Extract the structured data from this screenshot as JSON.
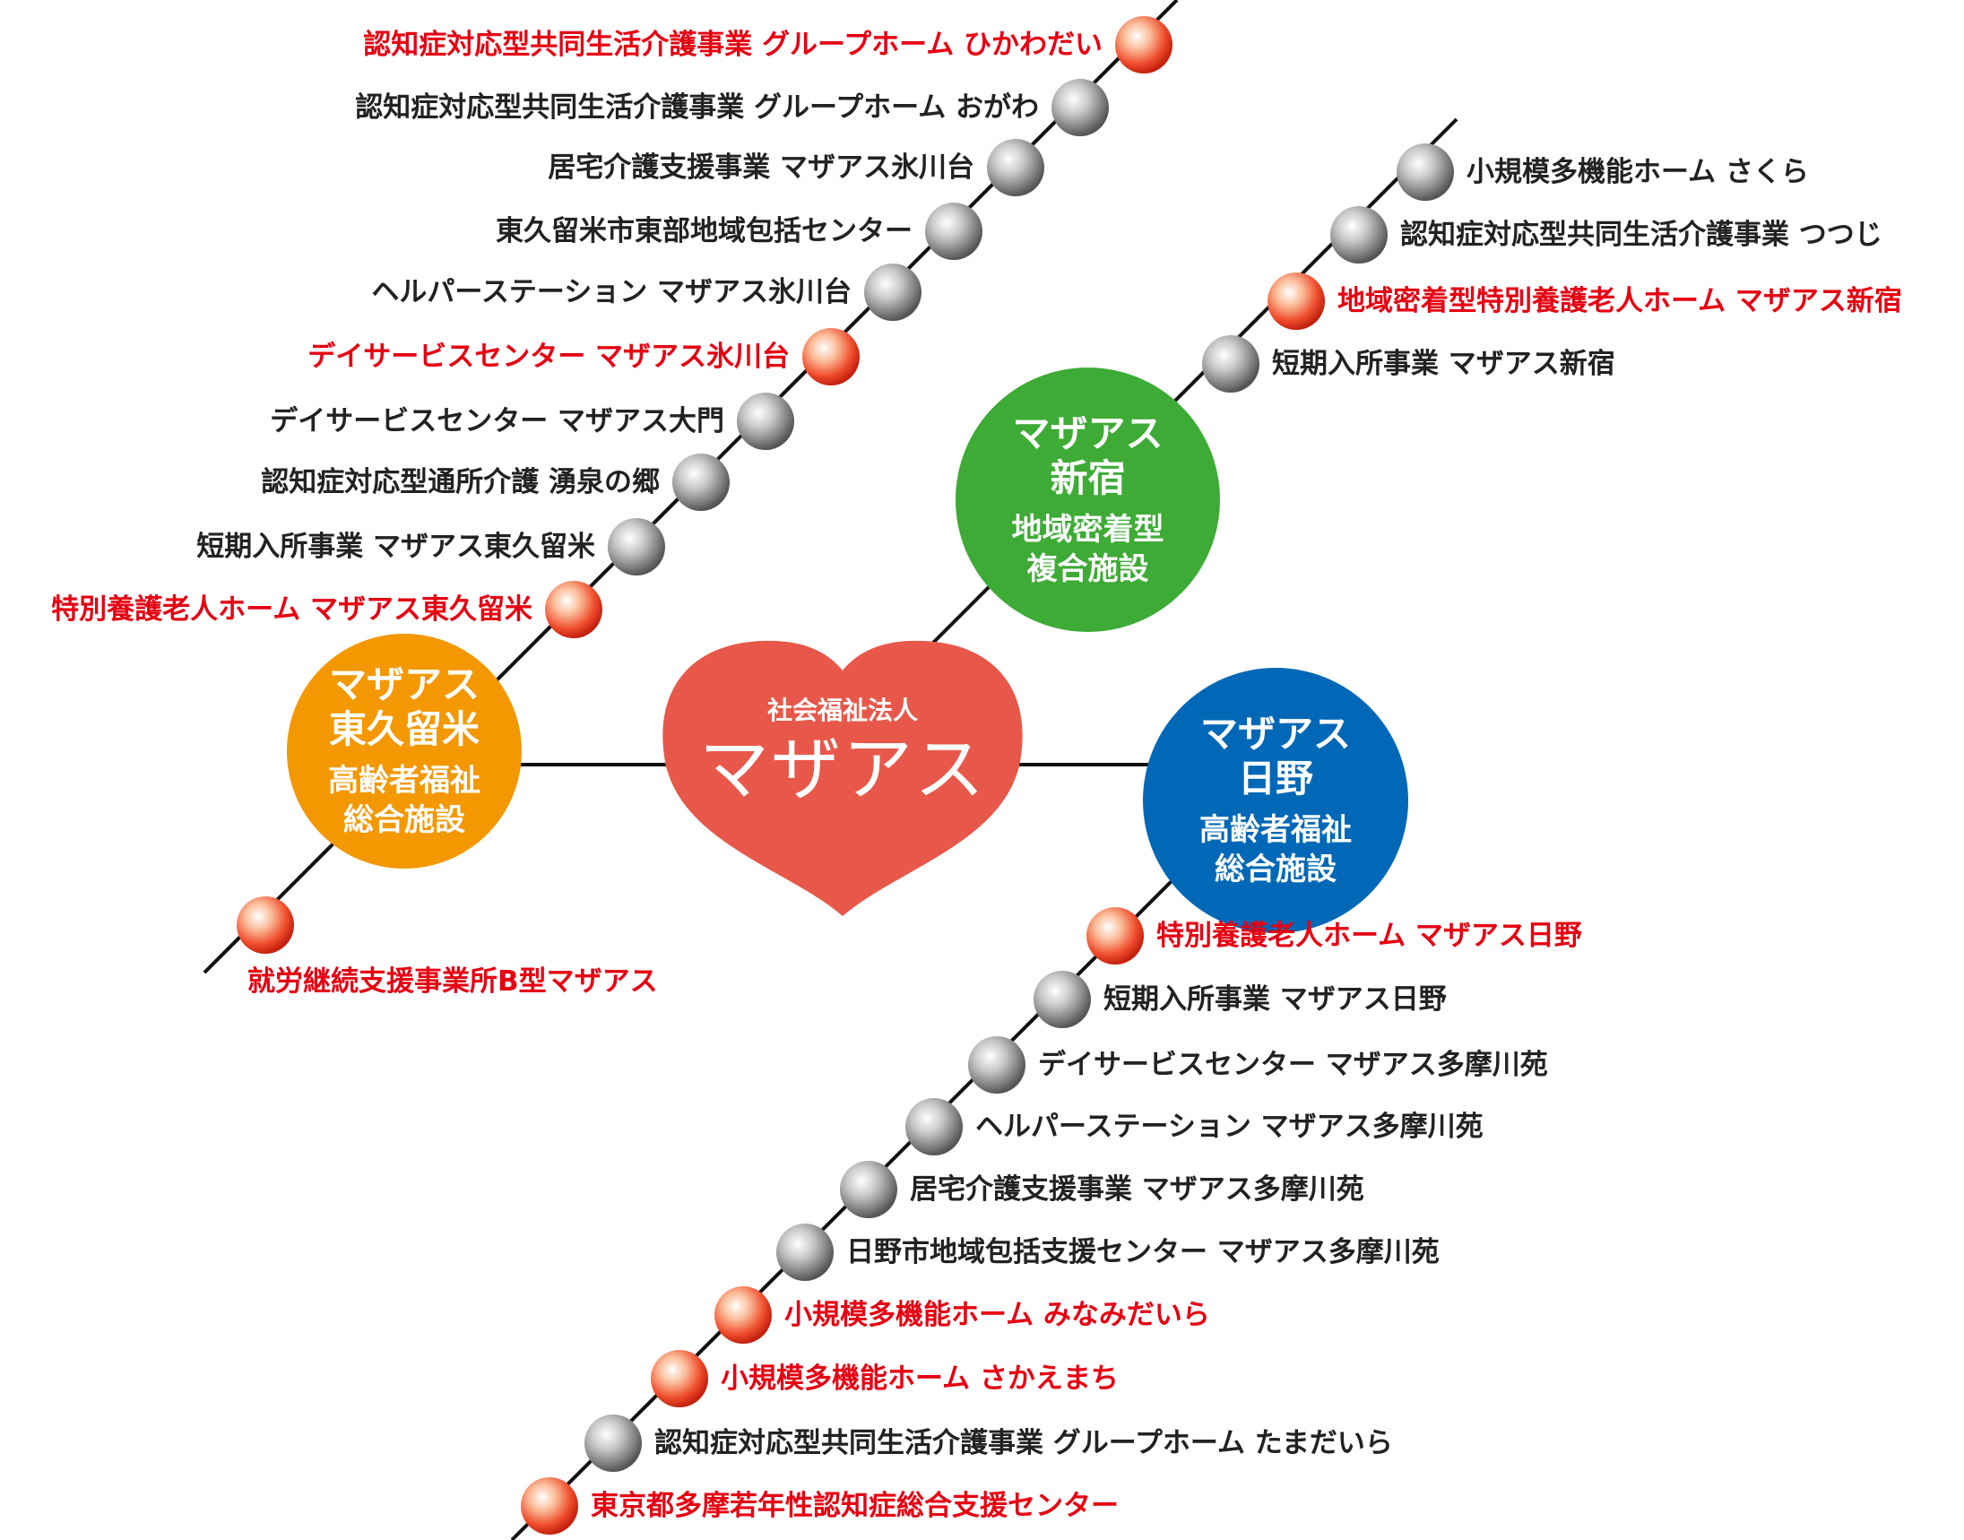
{
  "center": {
    "subtitle": "社会福祉法人",
    "name": "マザアス",
    "color": "#e8584a"
  },
  "colors": {
    "red_text": "#e60012",
    "black_text": "#222222",
    "line": "#111111"
  },
  "hubs": [
    {
      "id": "higashikurume",
      "name1": "マザアス",
      "name2": "東久留米",
      "type1": "高齢者福祉",
      "type2": "総合施設",
      "color": "#f39800"
    },
    {
      "id": "shinjuku",
      "name1": "マザアス",
      "name2": "新宿",
      "type1": "地域密着型",
      "type2": "複合施設",
      "color": "#3dab35"
    },
    {
      "id": "hino",
      "name1": "マザアス",
      "name2": "日野",
      "type1": "高齢者福祉",
      "type2": "総合施設",
      "color": "#0068b7"
    }
  ],
  "stations": [
    {
      "label": "認知症対応型共同生活介護事業 グループホーム ひかわだい",
      "highlight": true
    },
    {
      "label": "認知症対応型共同生活介護事業 グループホーム おがわ",
      "highlight": false
    },
    {
      "label": "居宅介護支援事業 マザアス氷川台",
      "highlight": false
    },
    {
      "label": "東久留米市東部地域包括センター",
      "highlight": false
    },
    {
      "label": "ヘルパーステーション マザアス氷川台",
      "highlight": false
    },
    {
      "label": "デイサービスセンター マザアス氷川台",
      "highlight": true
    },
    {
      "label": "デイサービスセンター マザアス大門",
      "highlight": false
    },
    {
      "label": "認知症対応型通所介護 湧泉の郷",
      "highlight": false
    },
    {
      "label": "短期入所事業 マザアス東久留米",
      "highlight": false
    },
    {
      "label": "特別養護老人ホーム マザアス東久留米",
      "highlight": true
    },
    {
      "label": "就労継続支援事業所B型マザアス",
      "highlight": true
    },
    {
      "label": "小規模多機能ホーム さくら",
      "highlight": false
    },
    {
      "label": "認知症対応型共同生活介護事業 つつじ",
      "highlight": false
    },
    {
      "label": "地域密着型特別養護老人ホーム マザアス新宿",
      "highlight": true
    },
    {
      "label": "短期入所事業 マザアス新宿",
      "highlight": false
    },
    {
      "label": "特別養護老人ホーム マザアス日野",
      "highlight": true
    },
    {
      "label": "短期入所事業 マザアス日野",
      "highlight": false
    },
    {
      "label": "デイサービスセンター マザアス多摩川苑",
      "highlight": false
    },
    {
      "label": "ヘルパーステーション マザアス多摩川苑",
      "highlight": false
    },
    {
      "label": "居宅介護支援事業 マザアス多摩川苑",
      "highlight": false
    },
    {
      "label": "日野市地域包括支援センター マザアス多摩川苑",
      "highlight": false
    },
    {
      "label": "小規模多機能ホーム みなみだいら",
      "highlight": true
    },
    {
      "label": "小規模多機能ホーム さかえまち",
      "highlight": true
    },
    {
      "label": "認知症対応型共同生活介護事業 グループホーム たまだいら",
      "highlight": false
    },
    {
      "label": "東京都多摩若年性認知症総合支援センター",
      "highlight": true
    }
  ]
}
